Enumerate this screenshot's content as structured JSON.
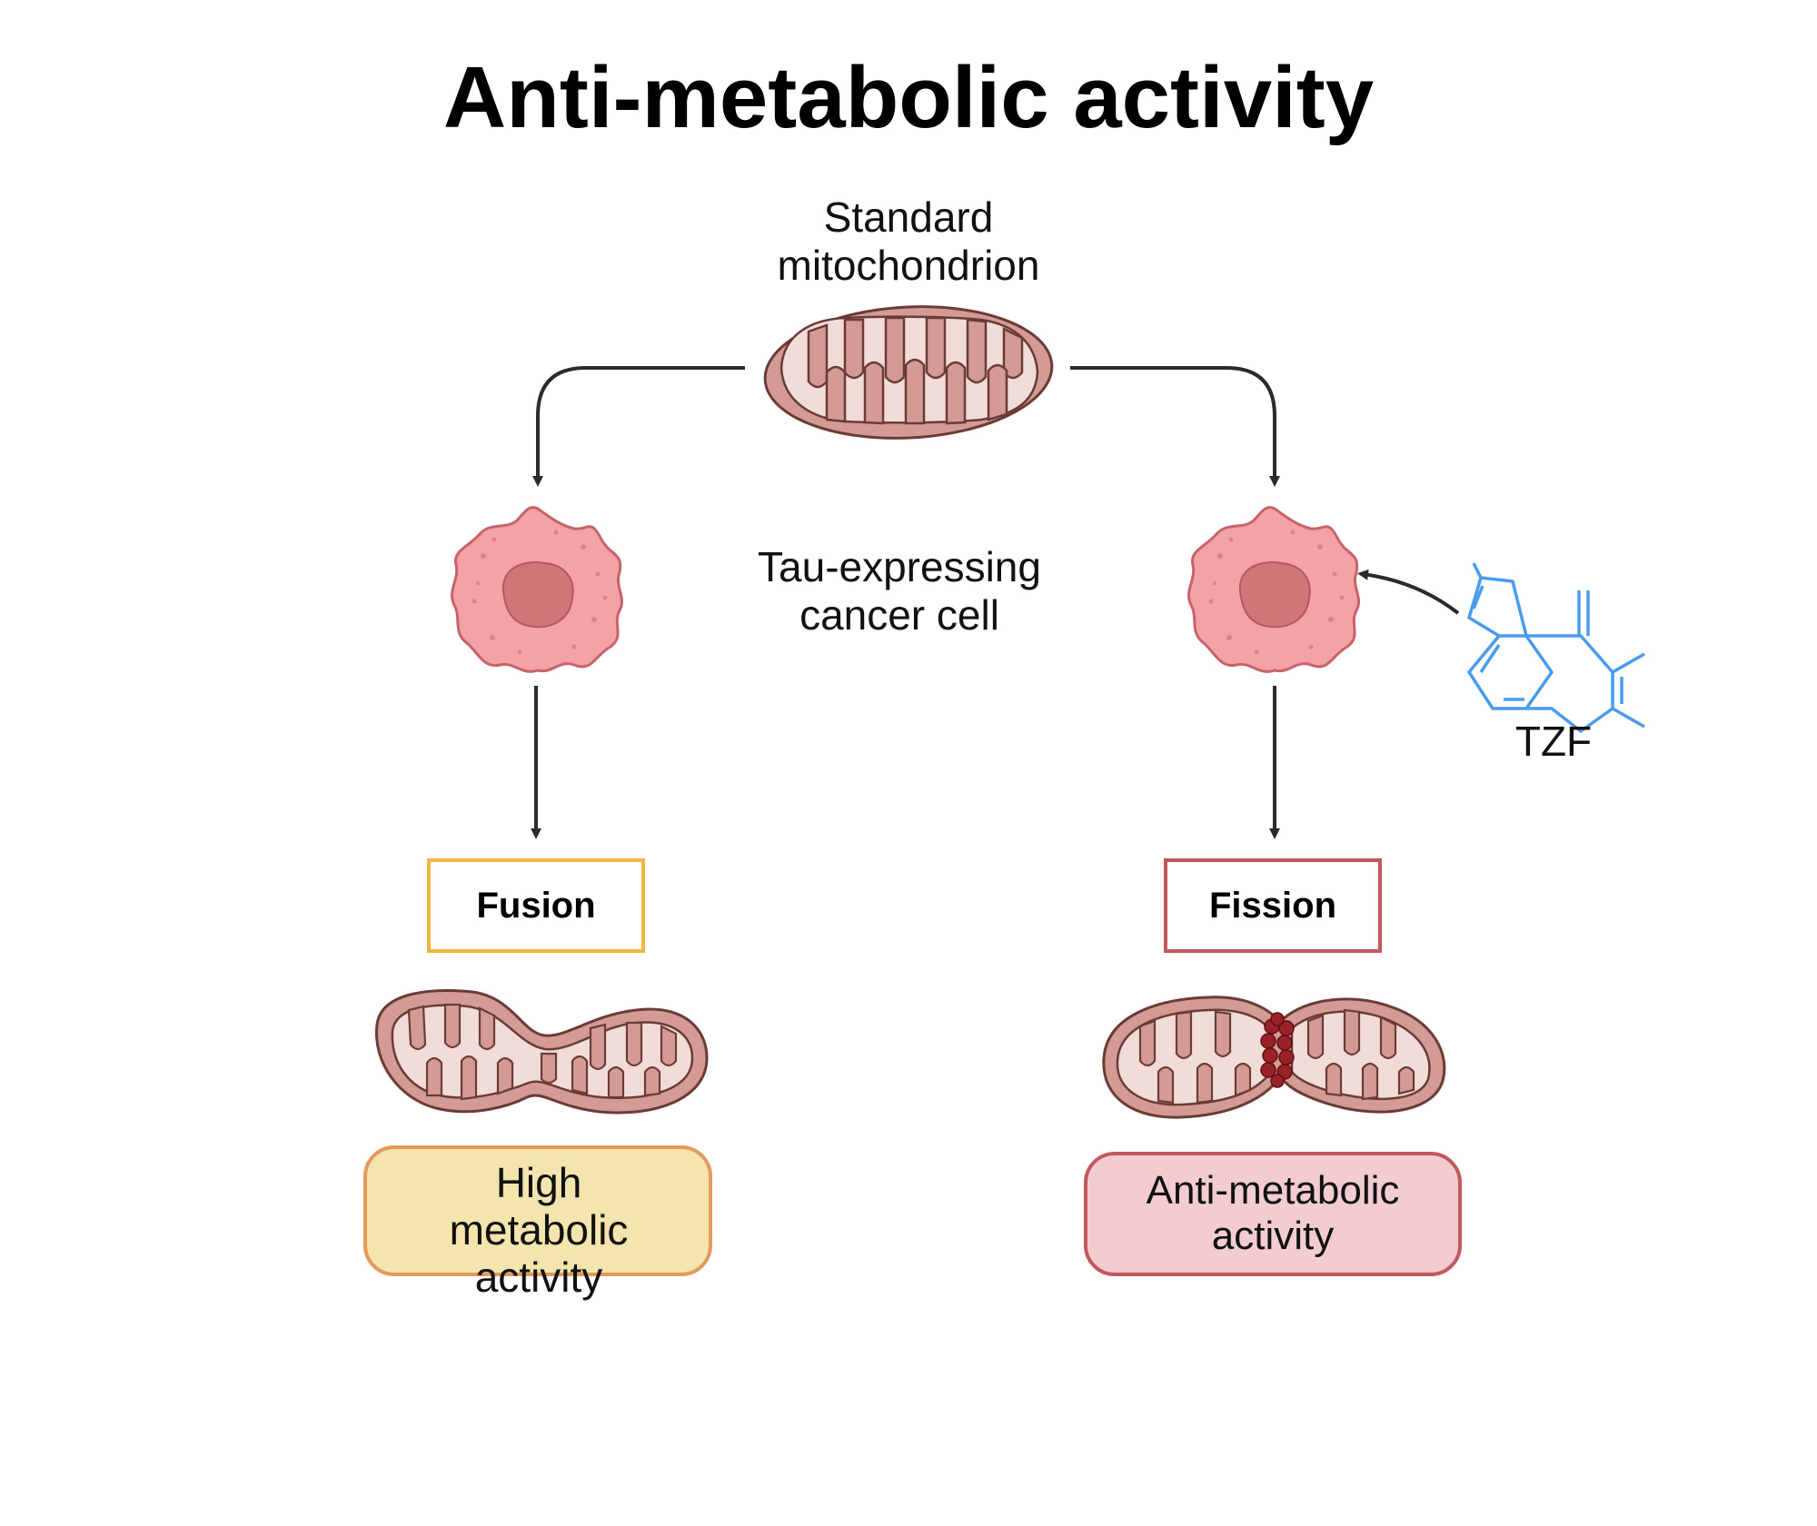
{
  "title": "Anti-metabolic activity",
  "top": {
    "label_line1": "Standard",
    "label_line2": "mitochondrion"
  },
  "center": {
    "label_line1": "Tau-expressing",
    "label_line2": "cancer cell"
  },
  "drug": {
    "label": "TZF"
  },
  "left_branch": {
    "process_label": "Fusion",
    "outcome_line1": "High",
    "outcome_line2": "metabolic",
    "outcome_line3": "activity"
  },
  "right_branch": {
    "process_label": "Fission",
    "outcome_line1": "Anti-metabolic",
    "outcome_line2": "activity"
  },
  "colors": {
    "mito_outer": "#d49b94",
    "mito_inner": "#f1dcd8",
    "mito_stroke": "#6b3b37",
    "cell_body": "#f4a3a5",
    "cell_nucleus": "#d17579",
    "fusion_box": "#eeb840",
    "fission_box": "#c1585f",
    "high_fill": "#f4e4ad",
    "high_stroke": "#e4985a",
    "anti_fill": "#f2ccce",
    "anti_stroke": "#c1585f",
    "drug": "#4a9bec",
    "fission_dots": "#9a2227",
    "arrow": "#2b2b2b"
  },
  "icons": [
    "mitochondrion-icon",
    "cancer-cell-icon",
    "tzf-molecule-icon",
    "fission-ring-icon"
  ]
}
